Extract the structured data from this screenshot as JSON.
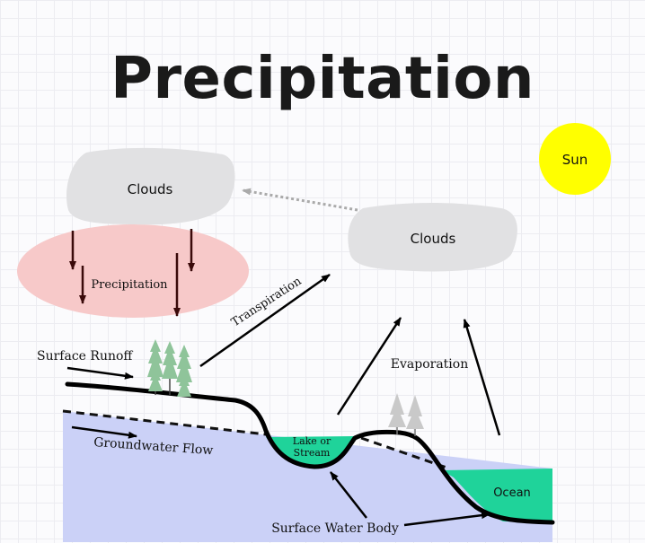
{
  "title": "Precipitation",
  "labels": {
    "sun": "Sun",
    "clouds_left": "Clouds",
    "clouds_right": "Clouds",
    "precipitation": "Precipitation",
    "transpiration": "Transpiration",
    "evaporation": "Evaporation",
    "surface_runoff": "Surface Runoff",
    "groundwater_flow": "Groundwater Flow",
    "lake_line1": "Lake or",
    "lake_line2": "Stream",
    "ocean": "Ocean",
    "surface_water_body": "Surface Water Body"
  },
  "colors": {
    "sun": "#ffff00",
    "cloud": "#e1e1e3",
    "precipitation_zone": "#f7c9c9",
    "groundwater": "#cbd1f7",
    "water": "#1fd39a",
    "tree_green": "#8fc49a",
    "tree_gray": "#c9c9c9",
    "arrow_dark": "#3a0a0a"
  }
}
